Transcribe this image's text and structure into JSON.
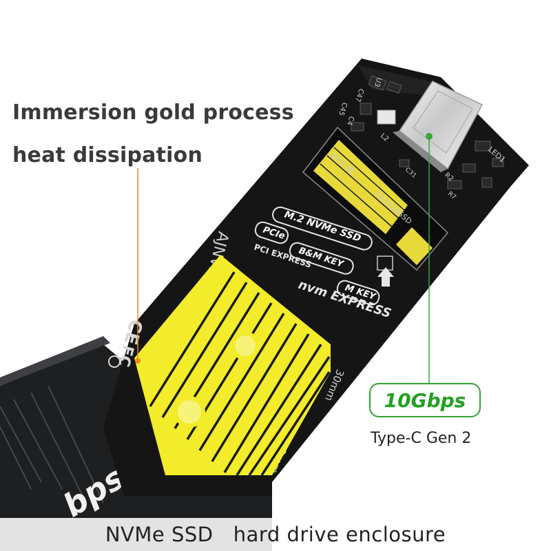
{
  "headline": {
    "line1": "Immersion gold process",
    "line2": "heat dissipation"
  },
  "board": {
    "model": "AJNVME001",
    "key_slot": "KEY M",
    "chip_code": "DR16286SD",
    "badge_m2": "M.2 NVMe SSD",
    "badge_pcie": "PCIe",
    "badge_bm": "B&M KEY",
    "badge_mkey": "M KEY",
    "pci_express": "PCI EXPRESS",
    "nvme_logo": "nvm EXPRESS",
    "ce_mark": "CE",
    "fcc_mark": "FC",
    "len_30": "30mm",
    "len_42": "42mm",
    "led": "LED1",
    "refs": [
      "U3",
      "C47",
      "C45",
      "C4",
      "R2",
      "L2",
      "C31",
      "R7"
    ]
  },
  "callout": {
    "speed": "10Gbps",
    "port": "Type-C Gen 2"
  },
  "enclosure_print": "bps",
  "footer": {
    "title": "NVMe SSD   hard drive enclosure"
  },
  "colors": {
    "gold_pad": "#f2ec2a",
    "pcb": "#141414",
    "heatsink": "#2a2c2e",
    "leader_orange": "#e98a1a",
    "leader_green": "#33aa33",
    "speed_text": "#22a022",
    "connector": "#d9d9d9"
  },
  "icons": [
    "usb-c-connector-icon",
    "arrow-up-icon",
    "pci-express-logo-icon",
    "ce-mark-icon",
    "fcc-mark-icon"
  ]
}
